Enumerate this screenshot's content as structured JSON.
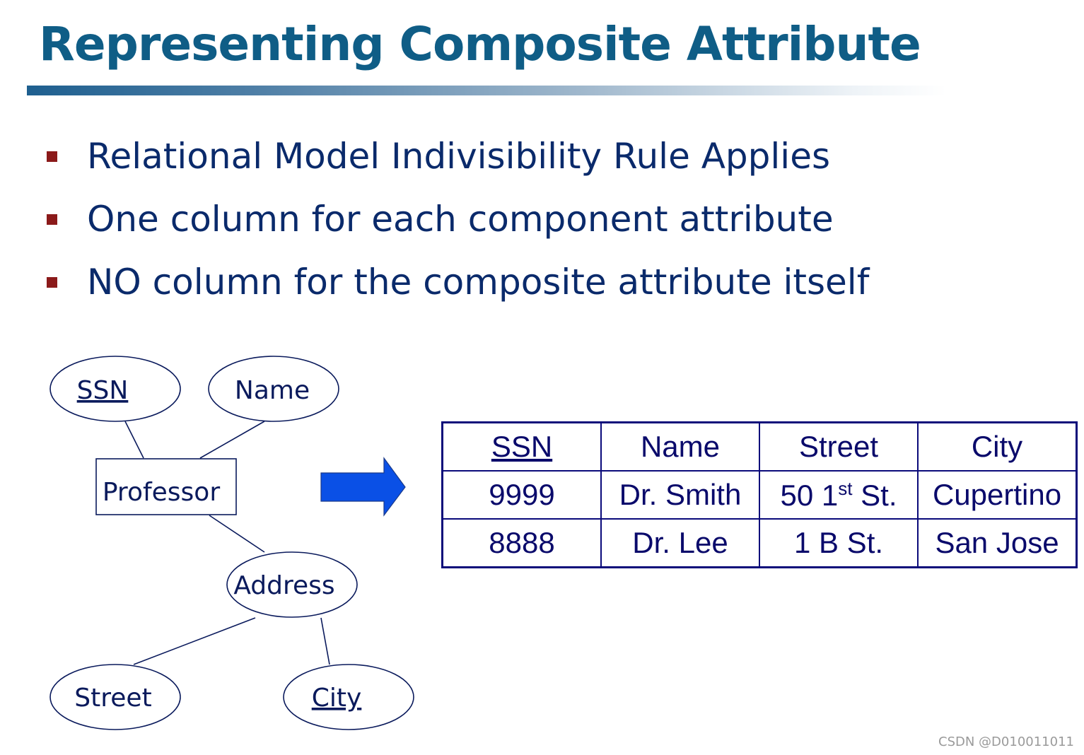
{
  "slide": {
    "title": "Representing Composite Attribute",
    "bullets": [
      "Relational Model Indivisibility Rule Applies",
      "One column for each component attribute",
      "NO column for the composite attribute itself"
    ]
  },
  "er_diagram": {
    "entity": "Professor",
    "attributes": {
      "ssn": "SSN",
      "name": "Name",
      "address": "Address",
      "street": "Street",
      "city": "City"
    }
  },
  "table": {
    "headers": [
      "SSN",
      "Name",
      "Street",
      "City"
    ],
    "rows": [
      {
        "ssn": "9999",
        "name": "Dr. Smith",
        "street_main": "50 1",
        "street_sup": "st",
        "street_end": " St.",
        "city": "Cupertino"
      },
      {
        "ssn": "8888",
        "name": "Dr. Lee",
        "street_main": "1 B St.",
        "street_sup": "",
        "street_end": "",
        "city": "San Jose"
      }
    ]
  },
  "footer": {
    "watermark": "CSDN @D010011011"
  },
  "colors": {
    "title": "#0f5d86",
    "bullet": "#8b1a1a",
    "arrow": "#0a50e6",
    "table_border": "#0a0a7a"
  }
}
